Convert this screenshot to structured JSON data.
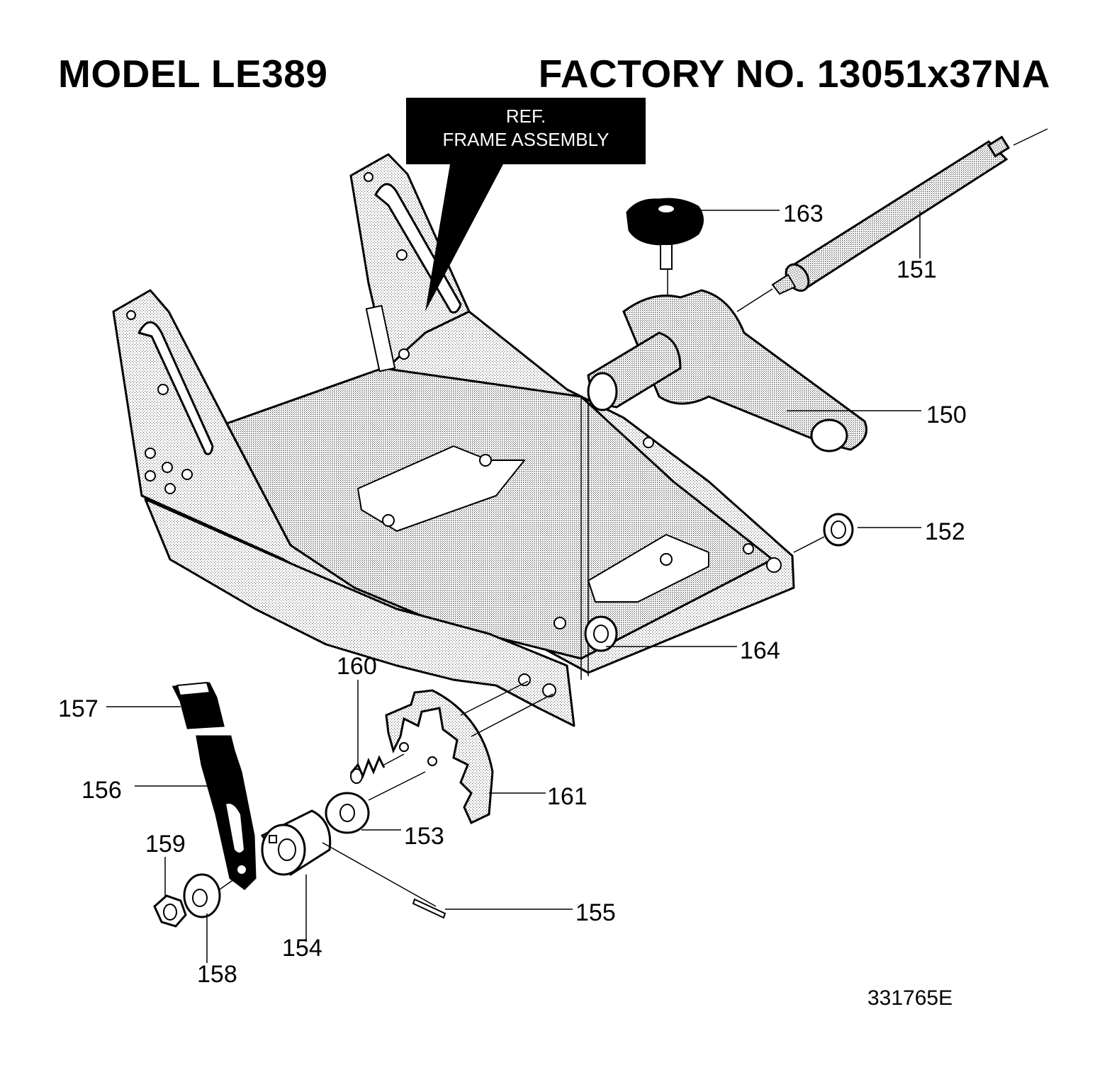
{
  "header": {
    "model": "MODEL LE389",
    "factory_no": "FACTORY NO. 13051x37NA"
  },
  "ref_label": {
    "line1": "REF.",
    "line2": "FRAME ASSEMBLY"
  },
  "parts": {
    "p150": "150",
    "p151": "151",
    "p152": "152",
    "p153": "153",
    "p154": "154",
    "p155": "155",
    "p156": "156",
    "p157": "157",
    "p158": "158",
    "p159": "159",
    "p160": "160",
    "p161": "161",
    "p163": "163",
    "p164": "164"
  },
  "drawing_number": "331765E"
}
